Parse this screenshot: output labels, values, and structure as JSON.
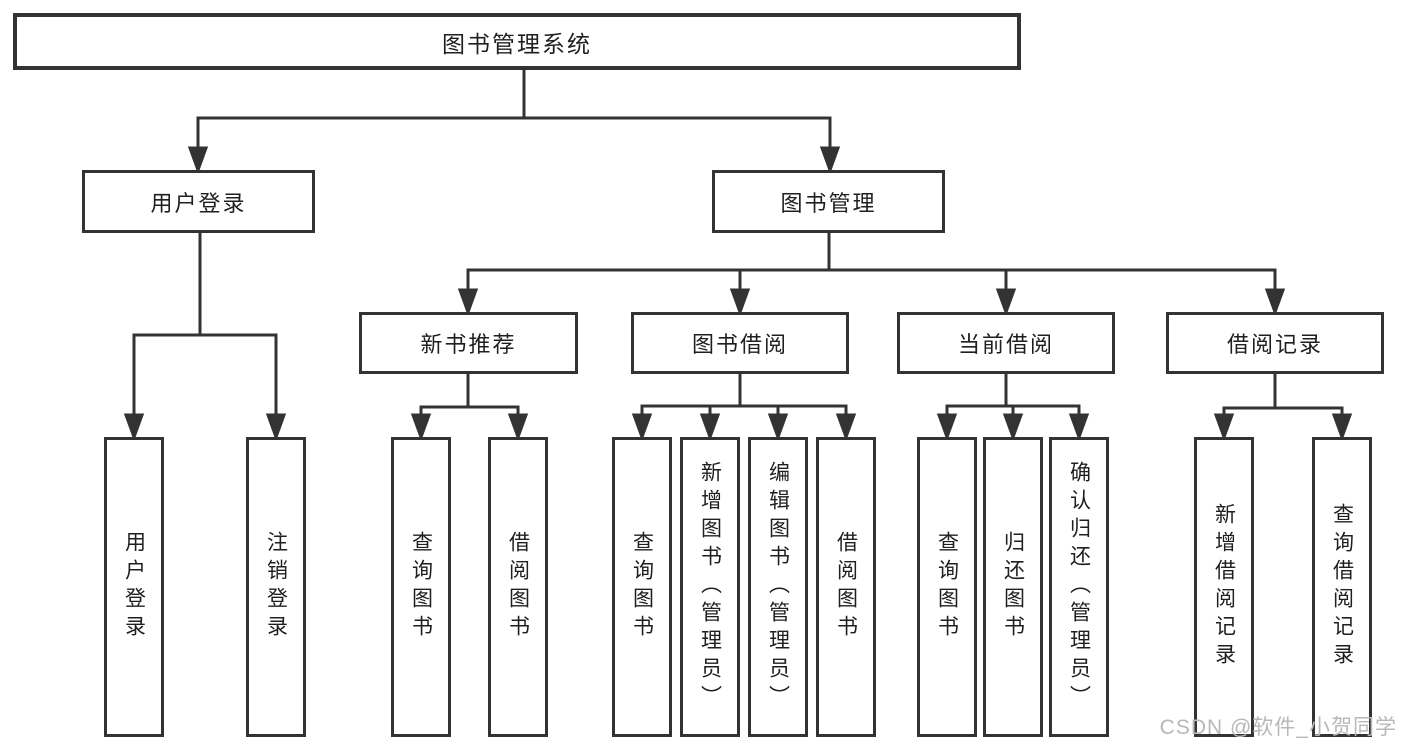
{
  "diagram": {
    "root": {
      "label": "图书管理系统"
    },
    "branches": [
      {
        "label": "用户登录",
        "children": [
          {
            "label": "用户登录"
          },
          {
            "label": "注销登录"
          }
        ]
      },
      {
        "label": "图书管理",
        "children": [
          {
            "label": "新书推荐",
            "children": [
              {
                "label": "查询图书"
              },
              {
                "label": "借阅图书"
              }
            ]
          },
          {
            "label": "图书借阅",
            "children": [
              {
                "label": "查询图书"
              },
              {
                "label": "新增图书（管理员）"
              },
              {
                "label": "编辑图书（管理员）"
              },
              {
                "label": "借阅图书"
              }
            ]
          },
          {
            "label": "当前借阅",
            "children": [
              {
                "label": "查询图书"
              },
              {
                "label": "归还图书"
              },
              {
                "label": "确认归还（管理员）"
              }
            ]
          },
          {
            "label": "借阅记录",
            "children": [
              {
                "label": "新增借阅记录"
              },
              {
                "label": "查询借阅记录"
              }
            ]
          }
        ]
      }
    ]
  },
  "watermark": {
    "text": "CSDN @软件_小贺同学"
  },
  "colors": {
    "line": "#333333",
    "text": "#1f1f1f",
    "background": "#ffffff",
    "watermark": "#b8b8b8"
  }
}
